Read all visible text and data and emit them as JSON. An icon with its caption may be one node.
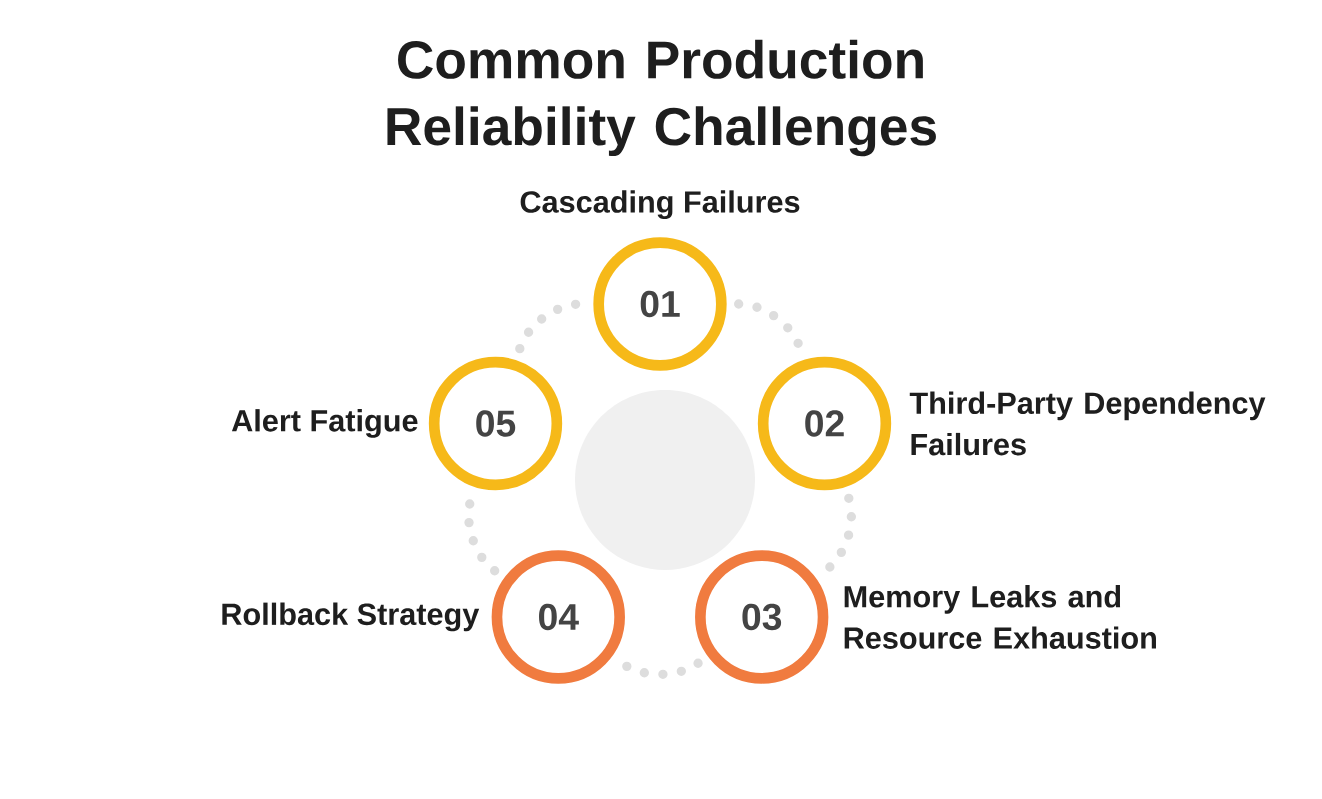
{
  "diagram": {
    "title": "Common Production Reliability Challenges",
    "nodes": [
      {
        "text": [
          "01"
        ],
        "beside": [
          "Cascading Failures"
        ]
      },
      {
        "text": [
          "02"
        ],
        "beside": [
          "Third-Party Dependency Failures"
        ]
      },
      {
        "text": [
          "03"
        ],
        "beside": [
          "Memory Leaks and Resource Exhaustion"
        ]
      },
      {
        "text": [
          "04"
        ],
        "beside": [
          "Rollback Strategy"
        ]
      },
      {
        "text": [
          "05"
        ],
        "beside": [
          "Alert Fatigue"
        ]
      },
      {
        "text": [],
        "shape": "circle"
      }
    ],
    "edges": [
      {
        "from": 0,
        "to": 1,
        "arrow": "none",
        "style": "dashed"
      },
      {
        "from": 1,
        "to": 2,
        "arrow": "none",
        "style": "dashed"
      },
      {
        "from": 2,
        "to": 3,
        "arrow": "none",
        "style": "dashed"
      },
      {
        "from": 3,
        "to": 4,
        "arrow": "none",
        "style": "dashed"
      },
      {
        "from": 4,
        "to": 0,
        "arrow": "none",
        "style": "dashed"
      }
    ]
  }
}
